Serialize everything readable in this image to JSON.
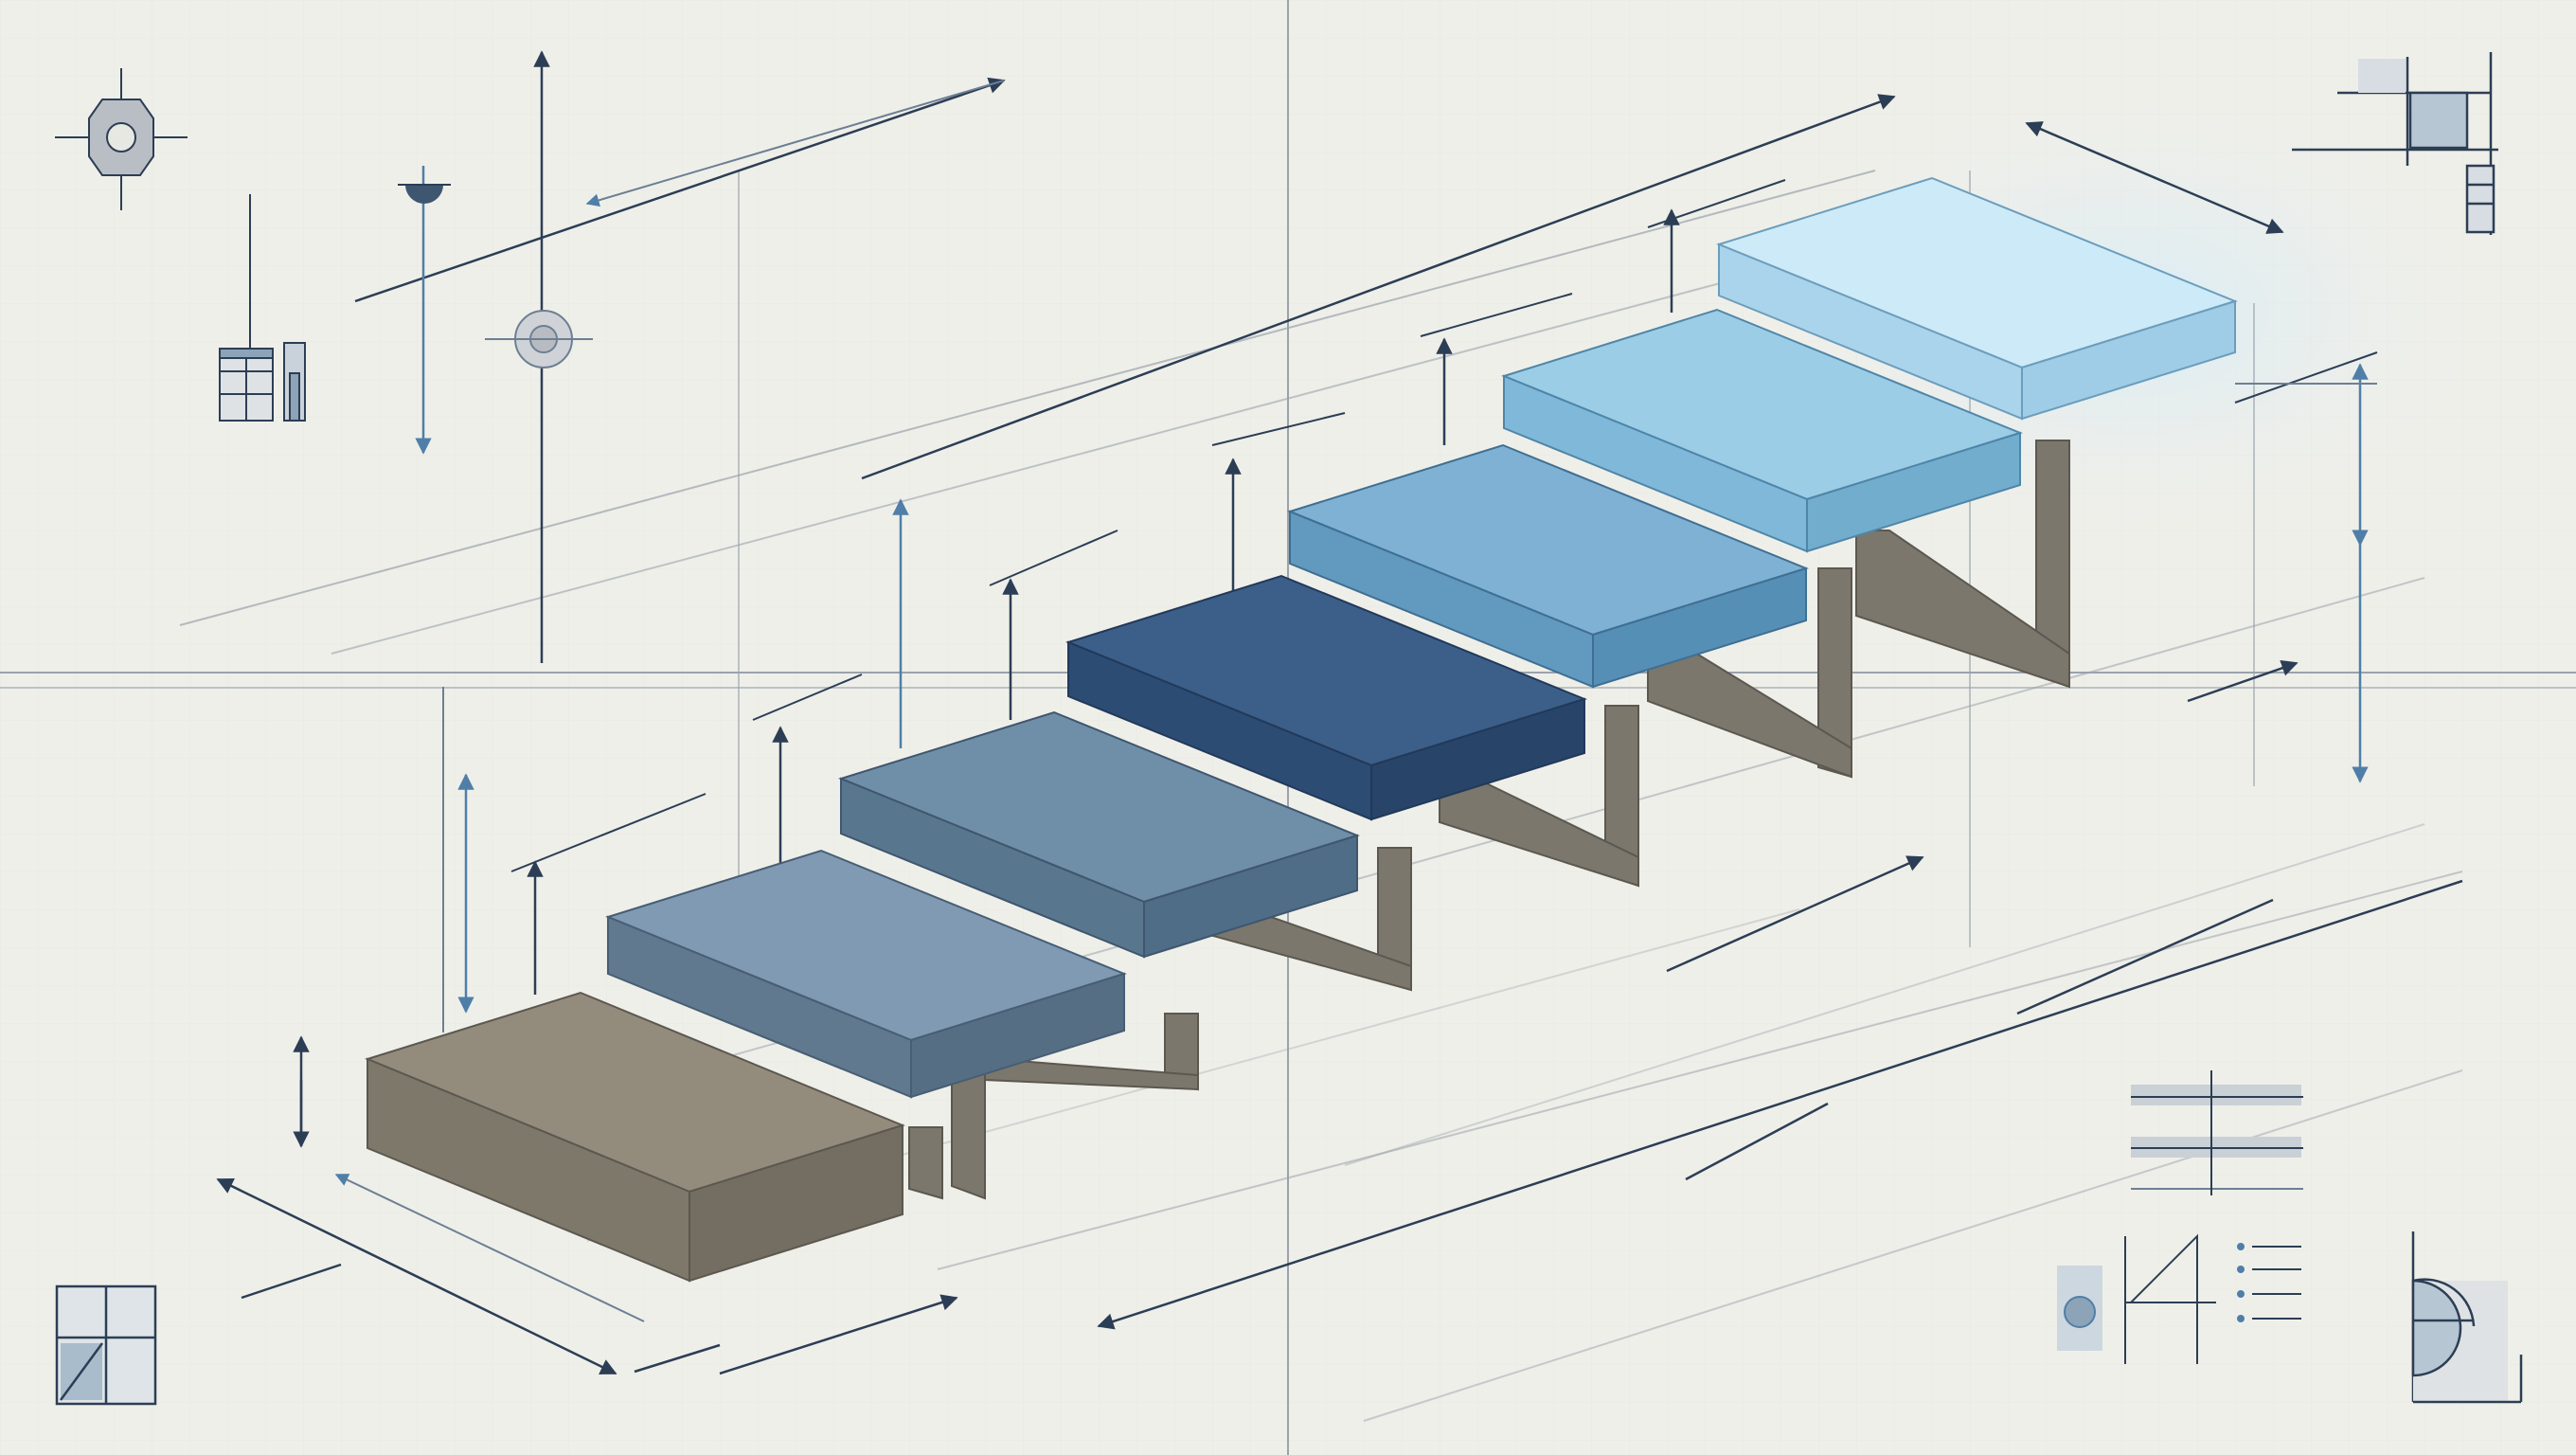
{
  "colors": {
    "background": "#efefe9",
    "line": "#2c3e55",
    "faint_line": "#9aa3ad",
    "accent": "#4f7fa8",
    "support": "#7b776c",
    "step_fills": [
      "#8a8374",
      "#6f8aa3",
      "#5d7f9e",
      "#2f4f78",
      "#6aa0c8",
      "#8ac4e2",
      "#bfe2f5"
    ]
  },
  "steps": {
    "count": 7,
    "palette": [
      "taupe",
      "slate-blue",
      "steel-blue",
      "navy",
      "sky-blue",
      "light-blue",
      "pale-blue"
    ]
  },
  "icons": [
    "crosshair-target-icon",
    "table-grid-icon",
    "bar-legend-icon",
    "corner-frame-icon",
    "half-circle-icon",
    "bullet-list-icon"
  ]
}
